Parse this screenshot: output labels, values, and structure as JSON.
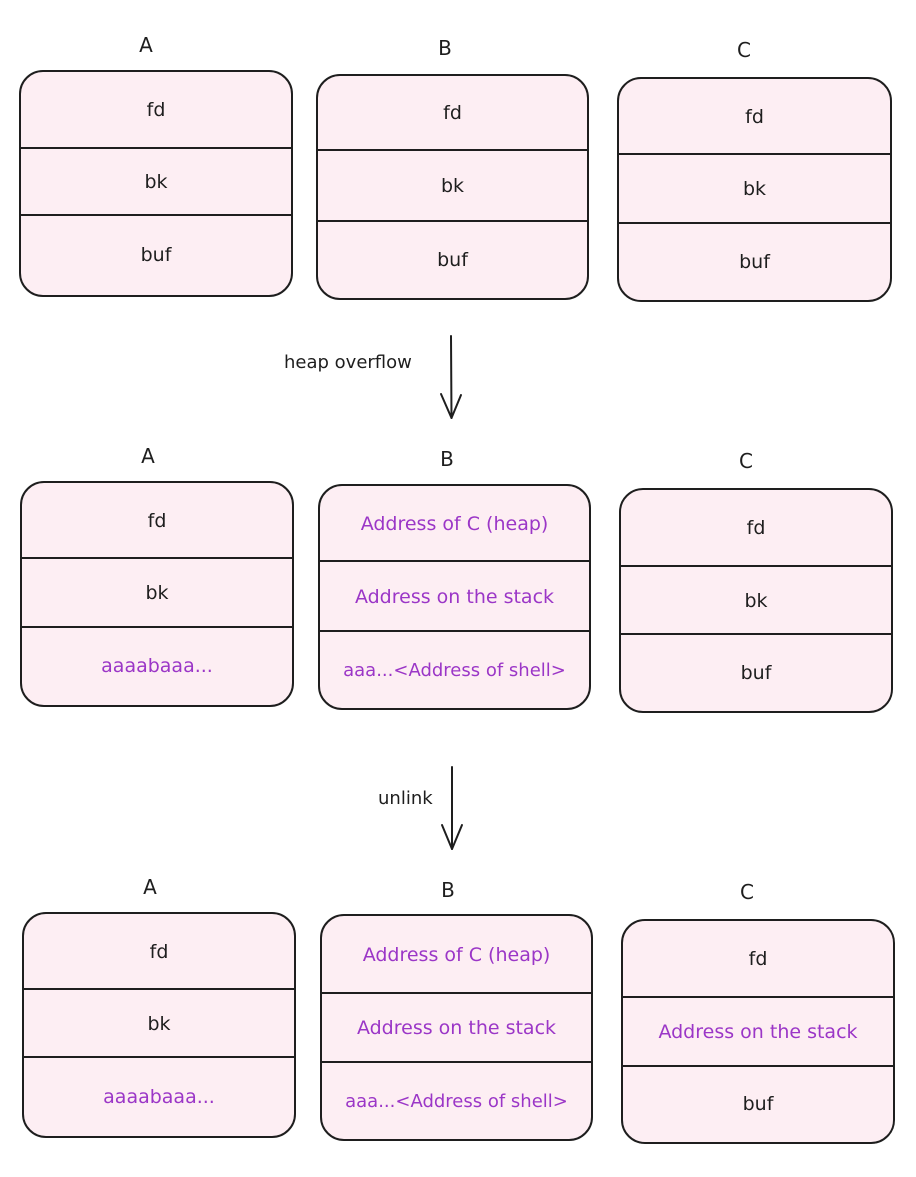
{
  "colors": {
    "chunk_fill": "#fdeef3",
    "stroke": "#1e1e1e",
    "overwritten_text": "#9b36c7"
  },
  "steps": [
    {
      "chunks": [
        {
          "label": "A",
          "fields": [
            "fd",
            "bk",
            "buf"
          ]
        },
        {
          "label": "B",
          "fields": [
            "fd",
            "bk",
            "buf"
          ]
        },
        {
          "label": "C",
          "fields": [
            "fd",
            "bk",
            "buf"
          ]
        }
      ]
    },
    {
      "chunks": [
        {
          "label": "A",
          "fields": [
            "fd",
            "bk",
            "aaaabaaa..."
          ]
        },
        {
          "label": "B",
          "fields": [
            "Address of C (heap)",
            "Address on the stack",
            "aaa...<Address of shell>"
          ]
        },
        {
          "label": "C",
          "fields": [
            "fd",
            "bk",
            "buf"
          ]
        }
      ]
    },
    {
      "chunks": [
        {
          "label": "A",
          "fields": [
            "fd",
            "bk",
            "aaaabaaa..."
          ]
        },
        {
          "label": "B",
          "fields": [
            "Address of C (heap)",
            "Address on the stack",
            "aaa...<Address of shell>"
          ]
        },
        {
          "label": "C",
          "fields": [
            "fd",
            "Address on the stack",
            "buf"
          ]
        }
      ]
    }
  ],
  "transitions": [
    {
      "label": "heap overflow",
      "icon": "down-arrow-icon"
    },
    {
      "label": "unlink",
      "icon": "down-arrow-icon"
    }
  ]
}
